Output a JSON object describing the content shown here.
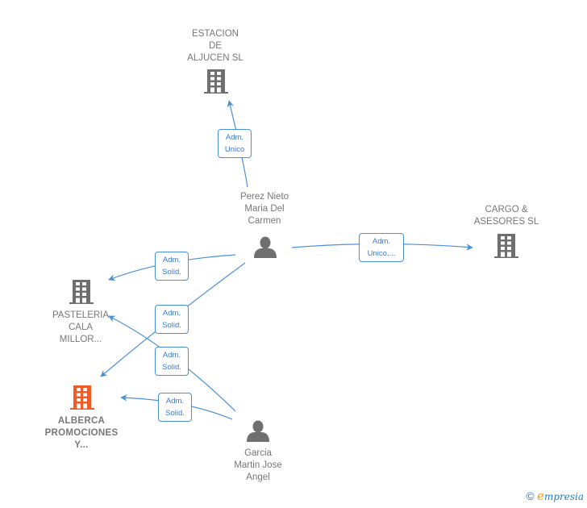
{
  "colors": {
    "edge": "#4a90d9",
    "edge_text": "#3a7bd5",
    "node_gray": "#6f6f6f",
    "node_highlight": "#f05a28",
    "label_gray": "#777777"
  },
  "nodes": [
    {
      "id": "estacion",
      "type": "company",
      "label": "ESTACION\nDE\nALJUCEN SL",
      "icon": "building-icon",
      "highlight": false
    },
    {
      "id": "perez",
      "type": "person",
      "label": "Perez Nieto\nMaria Del\nCarmen",
      "icon": "person-icon",
      "highlight": false
    },
    {
      "id": "cargo",
      "type": "company",
      "label": "CARGO &\nASESORES  SL",
      "icon": "building-icon",
      "highlight": false
    },
    {
      "id": "pasteleria",
      "type": "company",
      "label": "PASTELERIA\nCALA\nMILLOR...",
      "icon": "building-icon",
      "highlight": false
    },
    {
      "id": "alberca",
      "type": "company",
      "label": "ALBERCA\nPROMOCIONES\nY...",
      "icon": "building-icon",
      "highlight": true
    },
    {
      "id": "garcia",
      "type": "person",
      "label": "Garcia\nMartin Jose\nAngel",
      "icon": "person-icon",
      "highlight": false
    }
  ],
  "edges": [
    {
      "from": "perez",
      "to": "estacion",
      "label": "Adm.\nUnico"
    },
    {
      "from": "perez",
      "to": "cargo",
      "label": "Adm.\nUnico,..."
    },
    {
      "from": "perez",
      "to": "pasteleria",
      "label": "Adm.\nSolid."
    },
    {
      "from": "perez",
      "to": "alberca",
      "label": "Adm.\nSolid."
    },
    {
      "from": "garcia",
      "to": "pasteleria",
      "label": "Adm.\nSolid."
    },
    {
      "from": "garcia",
      "to": "alberca",
      "label": "Adm.\nSolid."
    }
  ],
  "footer": {
    "copyright": "©",
    "brand_first": "e",
    "brand_rest": "mpresia"
  }
}
